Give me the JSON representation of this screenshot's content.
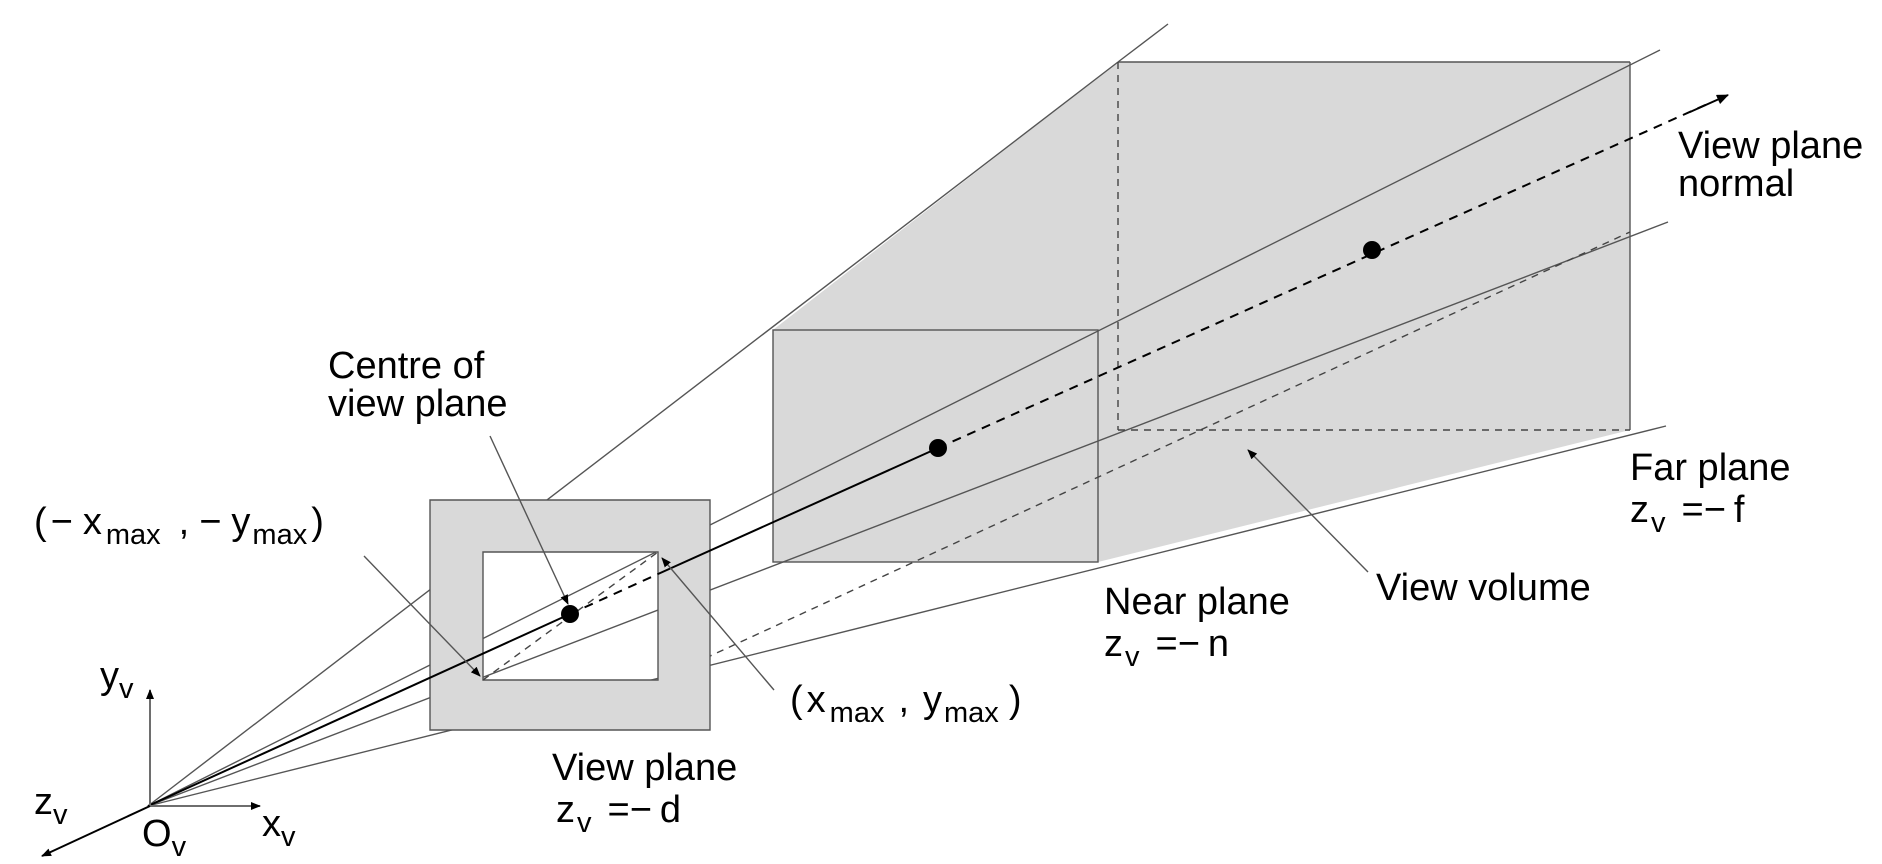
{
  "labels": {
    "view_plane_normal": [
      "View plane",
      "normal"
    ],
    "centre": [
      "Centre of",
      "view plane"
    ],
    "corner_min": {
      "open": "(",
      "minus": "−",
      "x": "x",
      "x_sub": "max",
      "comma": ",",
      "minus2": "−",
      "y": "y",
      "y_sub": "max",
      "close": ")"
    },
    "corner_max": {
      "open": "(",
      "x": "x",
      "x_sub": "max",
      "comma": ",",
      "y": "y",
      "y_sub": "max",
      "close": ")"
    },
    "far_plane": {
      "title": "Far plane",
      "z": "z",
      "z_sub": "v",
      "eq": "=",
      "minus": "−",
      "val": "f"
    },
    "near_plane": {
      "title": "Near plane",
      "z": "z",
      "z_sub": "v",
      "eq": "=",
      "minus": "−",
      "val": "n"
    },
    "view_plane": {
      "title": "View plane",
      "z": "z",
      "z_sub": "v",
      "eq": "=",
      "minus": "−",
      "val": "d"
    },
    "view_volume": "View volume",
    "axis_y": {
      "main": "y",
      "sub": "v"
    },
    "axis_z": {
      "main": "z",
      "sub": "v"
    },
    "axis_x": {
      "main": "x",
      "sub": "v"
    },
    "origin": {
      "main": "O",
      "sub": "v"
    }
  }
}
